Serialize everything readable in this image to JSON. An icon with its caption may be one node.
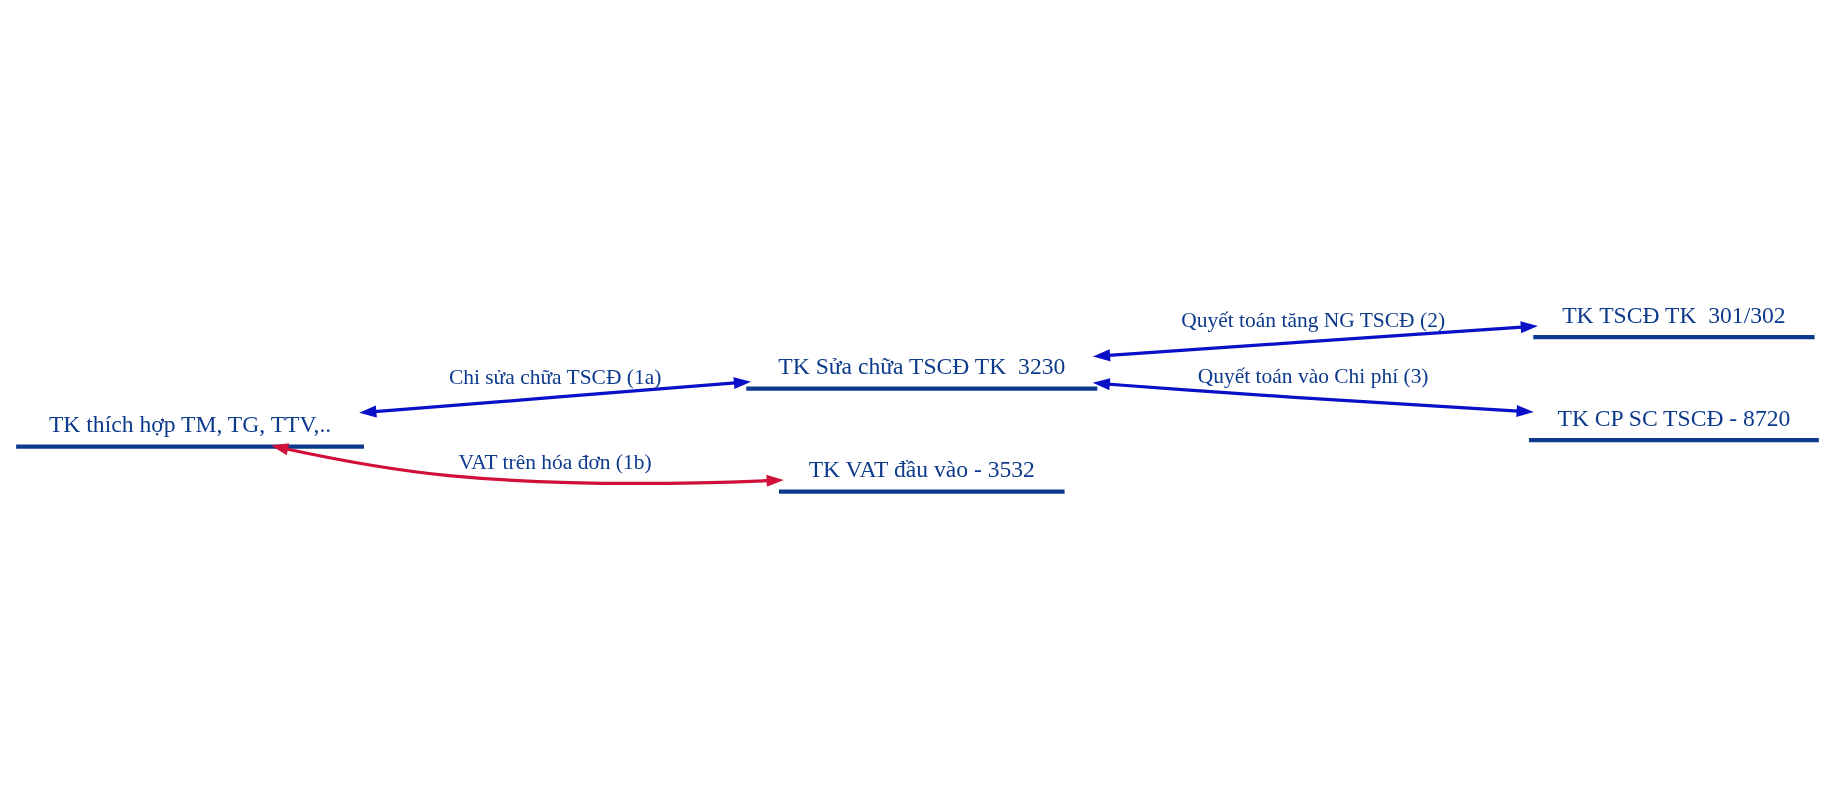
{
  "diagram": {
    "nodes": [
      {
        "text": [
          "TK thích hợp TM, TG, TTV,.."
        ]
      },
      {
        "text": [
          "TK Sửa chữa TSCĐ TK  3230"
        ]
      },
      {
        "text": [
          "TK TSCĐ TK  301/302"
        ]
      },
      {
        "text": [
          "TK CP SC TSCĐ - 8720"
        ]
      },
      {
        "text": [
          "TK VAT đầu vào - 3532"
        ]
      }
    ],
    "edges": [
      {
        "from": 0,
        "to": 1,
        "arrow": "both",
        "label": "Chi sửa chữa TSCĐ (1a)"
      },
      {
        "from": 1,
        "to": 2,
        "arrow": "both",
        "label": "Quyết toán tăng NG TSCĐ (2)"
      },
      {
        "from": 1,
        "to": 3,
        "arrow": "both",
        "label": "Quyết toán vào Chi phí (3)"
      },
      {
        "from": 0,
        "to": 4,
        "arrow": "both",
        "label": "VAT trên hóa đơn (1b)",
        "color": "#d0103a"
      }
    ]
  }
}
